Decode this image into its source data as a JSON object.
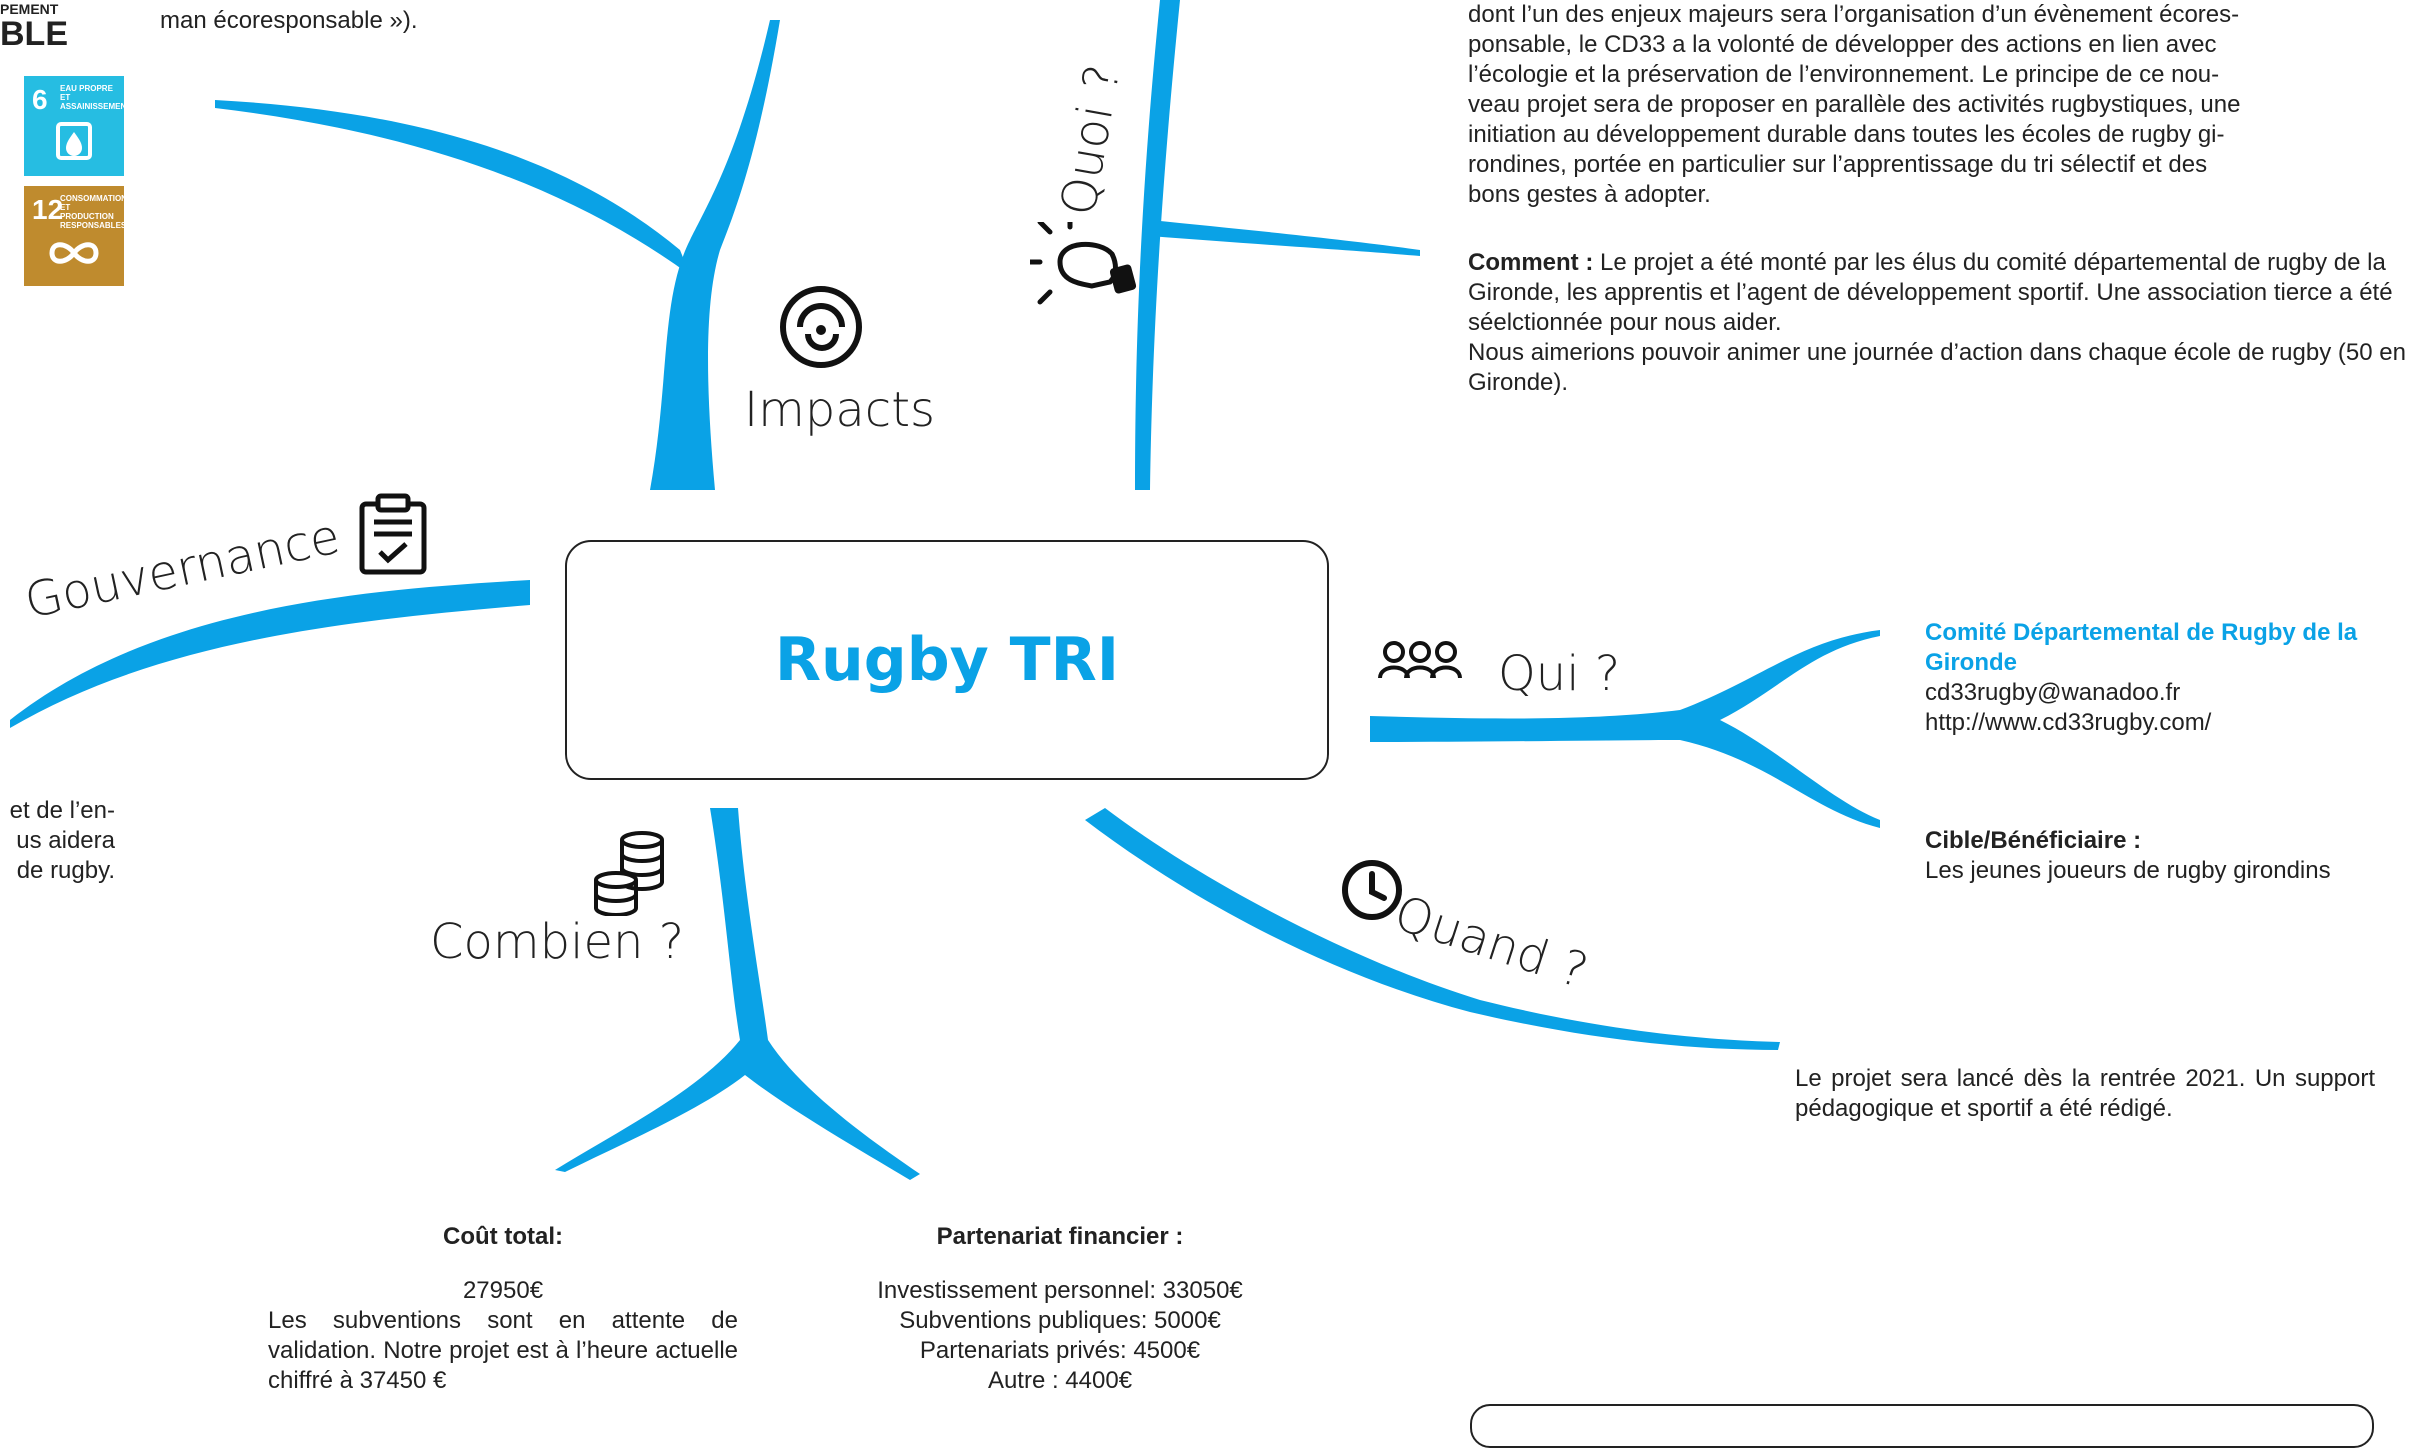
{
  "top_left": {
    "line": "man écoresponsable »).",
    "sdg_header_a": "PEMENT",
    "sdg_header_b": "BLE",
    "sdg_tiles": [
      {
        "number": "6",
        "title": "EAU PROPRE ET ASSAINISSEMENT",
        "color": "#26bde2",
        "icon": "water-drop-icon"
      },
      {
        "number": "12",
        "title": "CONSOMMATION ET PRODUCTION RESPONSABLES",
        "color": "#bf8b2e",
        "icon": "infinity-icon"
      }
    ]
  },
  "center": {
    "title": "Rugby TRI"
  },
  "branches": {
    "impacts": "Impacts",
    "quoi": "Quoi ?",
    "gouvernance": "Gouvernance",
    "qui": "Qui ?",
    "quand": "Quand ?",
    "combien": "Combien ?"
  },
  "quoi_text": {
    "lines": [
      "dont l’un des enjeux majeurs sera l’organisation d’un évènement écores-",
      "ponsable, le CD33 a la volonté de développer des actions en lien avec",
      "l’écologie et la préservation de l’environnement. Le principe de ce nou-",
      "veau projet sera de proposer en parallèle des activités rugbystiques, une",
      "initiation au développement durable dans toutes les écoles de rugby gi-",
      "rondines, portée en particulier sur l’apprentissage du tri sélectif et des",
      "bons gestes à adopter."
    ],
    "comment_label": "Comment :",
    "comment_text": " Le projet a été monté par les élus du comité départemental de rugby de la Gironde, les apprentis et l’agent de développement sportif. Une association tierce a été séelctionnée pour nous aider.",
    "comment_line2": "Nous aimerions pouvoir animer une journée d’action dans chaque école de rugby (50 en Gironde)."
  },
  "gouvernance_text": {
    "line1": "et de l’en-",
    "line2": "us aidera",
    "line3": "de rugby."
  },
  "qui_text": {
    "org": "Comité Départemental de Rugby de la Gironde",
    "email": "cd33rugby@wanadoo.fr",
    "url": "http://www.cd33rugby.com/",
    "cible_label": "Cible/Bénéficiaire :",
    "cible_value": "Les jeunes joueurs de rugby girondins"
  },
  "quand_text": {
    "text": "Le projet sera lancé dès la rentrée 2021. Un support pédagogique et sportif a été rédigé."
  },
  "combien_text": {
    "cout_label": "Coût total:",
    "cout_value": "27950€",
    "cout_desc": "Les subventions sont en attente de validation. Notre projet est à l’heure actuelle chiffré à 37450 €",
    "partenariat_label": "Partenariat financier :",
    "partenariat_lines": [
      "Investissement personnel: 33050€",
      "Subventions publiques: 5000€",
      "Partenariats privés: 4500€",
      "Autre : 4400€"
    ]
  },
  "colors": {
    "accent": "#0aa2e6",
    "text": "#222222"
  }
}
